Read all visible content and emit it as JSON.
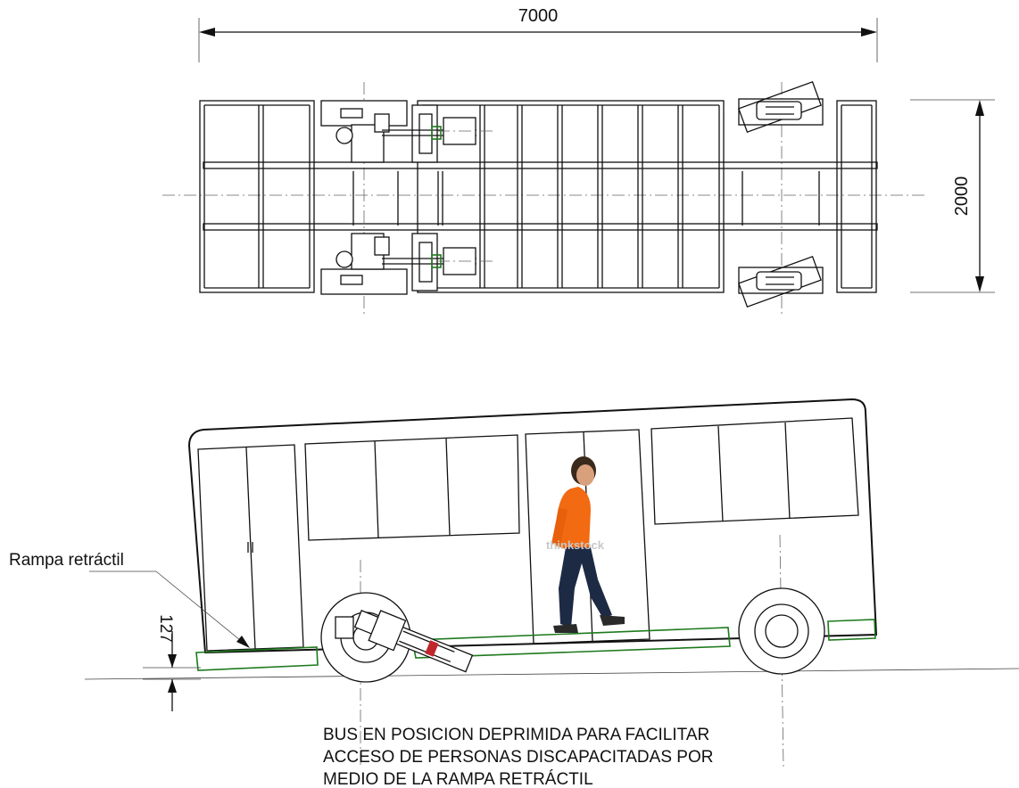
{
  "dimensions": {
    "length": "7000",
    "width": "2000",
    "lowering": "127"
  },
  "labels": {
    "ramp": "Rampa retráctil",
    "watermark": "thinkstock"
  },
  "caption": {
    "line1": "BUS EN POSICION DEPRIMIDA PARA FACILITAR",
    "line2": "ACCESO DE PERSONAS DISCAPACITADAS POR",
    "line3": "MEDIO DE LA RAMPA RETRÁCTIL"
  },
  "colors": {
    "ramp_outline": "#1e7a1e",
    "shirt": "#f26a12",
    "pants": "#1d2a44"
  }
}
